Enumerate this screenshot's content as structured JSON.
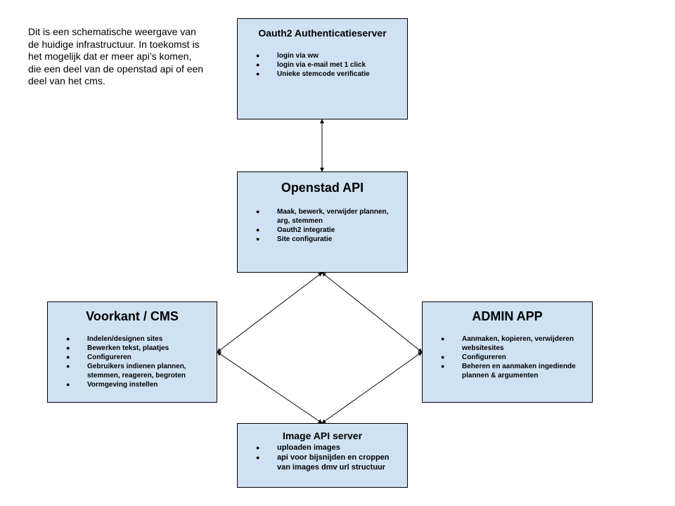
{
  "intro_text": "Dit is een schematische weergave van de huidige infrastructuur. In toekomst is het mogelijk dat er meer api’s komen, die een deel van de openstad api of een deel van het cms.",
  "bullet_glyph": "●",
  "boxes": {
    "oauth": {
      "title": "Oauth2 Authenticatieserver",
      "items": [
        "login via ww",
        "login via e-mail met 1 click",
        "Unieke stemcode verificatie"
      ]
    },
    "api": {
      "title": "Openstad API",
      "items": [
        [
          "Maak, bewerk, verwijder plannen,",
          "arg, stemmen"
        ],
        "Oauth2 integratie",
        "Site configuratie"
      ]
    },
    "cms": {
      "title": "Voorkant / CMS",
      "items": [
        "Indelen/designen sites",
        "Bewerken tekst, plaatjes",
        "Configureren",
        [
          "Gebruikers indienen plannen,",
          "stemmen, reageren, begroten"
        ],
        "Vormgeving instellen"
      ]
    },
    "admin": {
      "title": "ADMIN APP",
      "items": [
        [
          "Aanmaken, kopieren, verwijderen",
          "websitesites"
        ],
        "Configureren",
        [
          "Beheren en aanmaken ingediende",
          "plannen & argumenten"
        ]
      ]
    },
    "image": {
      "title": "Image API server",
      "items": [
        "uploaden images",
        [
          "api voor bijsnijden en croppen",
          "van images dmv url structuur"
        ]
      ]
    }
  },
  "connections": [
    [
      "oauth",
      "api"
    ],
    [
      "api",
      "cms"
    ],
    [
      "api",
      "admin"
    ],
    [
      "cms",
      "image"
    ],
    [
      "admin",
      "image"
    ]
  ]
}
